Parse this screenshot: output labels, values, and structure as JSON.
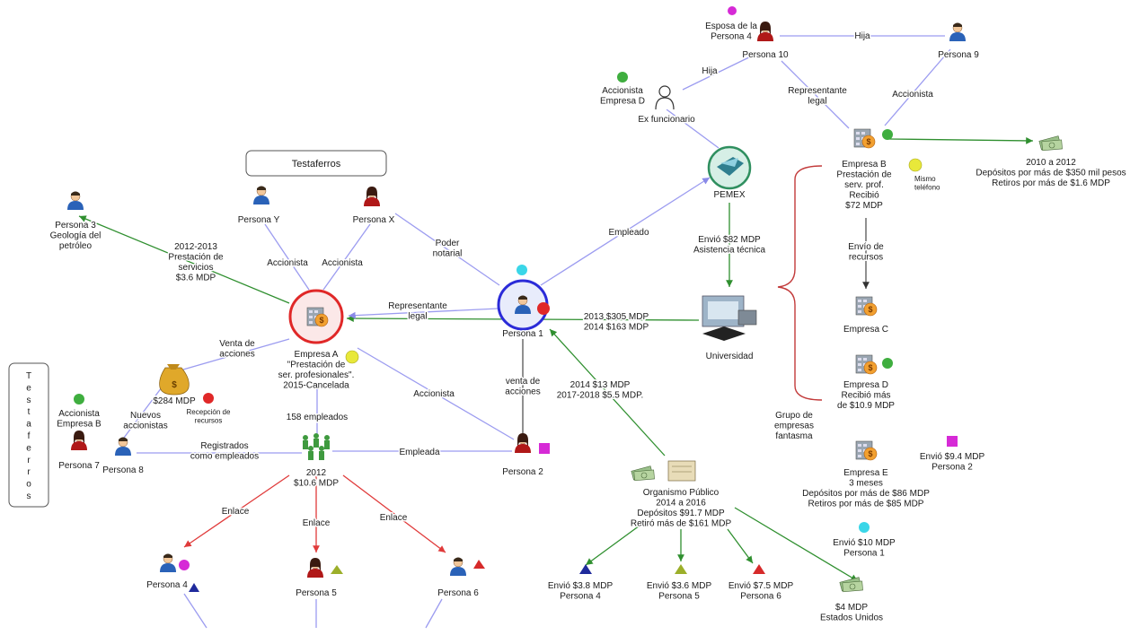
{
  "colors": {
    "blue_line": "#9c9cf0",
    "green_line": "#2f8f2f",
    "red_line": "#e03a3a",
    "gray_line": "#555555",
    "bracket": "#c23a3a",
    "person_blue": "#2a62b8",
    "person_red": "#b01818",
    "sphere_green": "#3fae3f",
    "sphere_red": "#e02828",
    "sphere_magenta": "#d62ad6",
    "sphere_yellow": "#e8e83a",
    "sphere_cyan": "#3ad6e8",
    "triangle_blue": "#1f2a9c",
    "triangle_olive": "#9caf2a",
    "triangle_red": "#d62a2a",
    "square_magenta": "#d62ad6"
  },
  "icons": {
    "person": "person-icon",
    "building": "building-icon",
    "money": "money-bills-icon",
    "moneybag": "money-bag-icon",
    "university": "university-icon",
    "group": "employees-group-icon",
    "pemex": "pemex-logo-icon",
    "outline_person": "person-outline-icon"
  },
  "boxes": {
    "testaferros_top": "Testaferros",
    "testaferros_left": [
      "T",
      "e",
      "s",
      "t",
      "a",
      "f",
      "e",
      "r",
      "r",
      "o",
      "s"
    ]
  },
  "labels": {
    "esposa": [
      "Esposa de la",
      "Persona 4"
    ],
    "persona10": "Persona 10",
    "hija_top": "Hija",
    "persona9": "Persona 9",
    "hija_mid": "Hija",
    "accionista_d": [
      "Accionista",
      "Empresa D"
    ],
    "ex_funcionario": "Ex funcionario",
    "representante_legal_top": [
      "Representante",
      "legal"
    ],
    "accionista_right": "Accionista",
    "deposits_right": [
      "2010 a 2012",
      "Depósitos por más de $350 mil pesos",
      "Retiros por más de $1.6 MDP"
    ],
    "empresa_b": [
      "Empresa B",
      "Prestación de",
      "serv. prof.",
      "Recibió",
      "$72 MDP"
    ],
    "mismo_telefono": [
      "Mismo",
      "teléfono"
    ],
    "pemex": "PEMEX",
    "envio_82": [
      "Envió $82 MDP",
      "Asistencia técnica"
    ],
    "envio_recursos": [
      "Envío de",
      "recursos"
    ],
    "empresa_c": "Empresa C",
    "universidad": "Universidad",
    "empresa_d": [
      "Empresa D",
      "Recibió más",
      "de $10.9 MDP"
    ],
    "grupo": [
      "Grupo de",
      "empresas",
      "fantasma"
    ],
    "empresa_e": [
      "Empresa E",
      "3 meses",
      "Depósitos por más de $86 MDP",
      "Retiros por más de $85 MDP"
    ],
    "envio_94": [
      "Envió $9.4 MDP",
      "Persona 2"
    ],
    "envio_10": [
      "Envió $10 MDP",
      "Persona 1"
    ],
    "estados_unidos": [
      "$4 MDP",
      "Estados Unidos"
    ],
    "persona3": [
      "Persona 3",
      "Geología del",
      "petróleo"
    ],
    "servicios_36": [
      "2012-2013",
      "Prestación de",
      "servicios",
      "$3.6 MDP"
    ],
    "persona_y": "Persona Y",
    "persona_x": "Persona X",
    "accionista_y": "Accionista",
    "accionista_x": "Accionista",
    "poder_notarial": [
      "Poder",
      "notarial"
    ],
    "empleado": "Empleado",
    "representante_legal_mid": [
      "Representante",
      "legal"
    ],
    "persona1": "Persona 1",
    "flow_univ": [
      "2013 $305 MDP",
      "2014 $163 MDP"
    ],
    "empresa_a": [
      "Empresa A",
      "\"Prestación de",
      "ser. profesionales\".",
      "2015-Cancelada"
    ],
    "venta_acciones_left": [
      "Venta de",
      "acciones"
    ],
    "amount_284": "$284 MDP",
    "recepcion_recursos": [
      "Recepción de",
      "recursos"
    ],
    "nuevos_accionistas": [
      "Nuevos",
      "accionistas"
    ],
    "accionista_b": [
      "Accionista",
      "Empresa B"
    ],
    "persona7": "Persona 7",
    "persona8": "Persona 8",
    "registrados": [
      "Registrados",
      "como empleados"
    ],
    "empleados_158": "158 empleados",
    "empleados_2012": [
      "2012",
      "$10.6 MDP"
    ],
    "empleada": "Empleada",
    "accionista_p2": "Accionista",
    "venta_acciones_mid": [
      "venta de",
      "acciones"
    ],
    "persona2": "Persona 2",
    "flow_organismo": [
      "2014 $13 MDP",
      "2017-2018 $5.5 MDP."
    ],
    "organismo": [
      "Organismo Público",
      "2014 a 2016",
      "Depósitos $91.7 MDP",
      "Retiró más de $161 MDP"
    ],
    "enlace_1": "Enlace",
    "enlace_2": "Enlace",
    "enlace_3": "Enlace",
    "persona4": "Persona 4",
    "persona5": "Persona 5",
    "persona6": "Persona 6",
    "envio_38": [
      "Envió $3.8 MDP",
      "Persona 4"
    ],
    "envio_36": [
      "Envió $3.6 MDP",
      "Persona 5"
    ],
    "envio_75": [
      "Envió $7.5 MDP",
      "Persona 6"
    ]
  }
}
